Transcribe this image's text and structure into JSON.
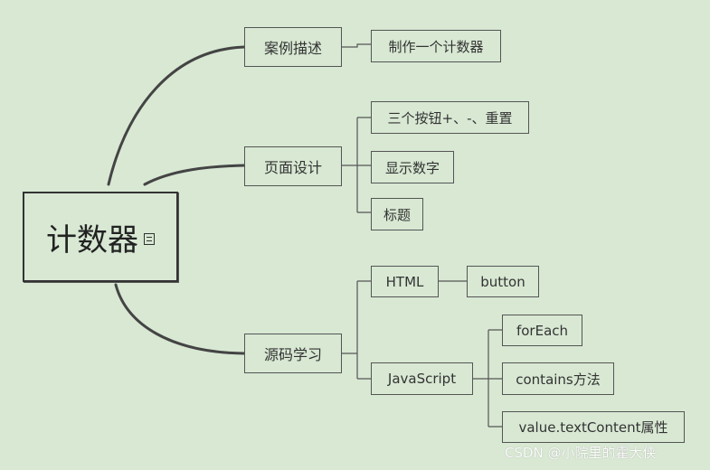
{
  "root": {
    "label": "计数器",
    "note_icon": "note-icon"
  },
  "branches": {
    "case": {
      "label": "案例描述",
      "children": [
        "制作一个计数器"
      ]
    },
    "page": {
      "label": "页面设计",
      "children": [
        "三个按钮+、-、重置",
        "显示数字",
        "标题"
      ]
    },
    "source": {
      "label": "源码学习",
      "html": {
        "label": "HTML",
        "children": [
          "button"
        ]
      },
      "js": {
        "label": "JavaScript",
        "children": [
          "forEach",
          "contains方法",
          "value.textContent属性"
        ]
      }
    }
  },
  "watermark": "CSDN @小院里的霍大侠",
  "colors": {
    "background": "#d8e8d3",
    "line": "#444444"
  }
}
